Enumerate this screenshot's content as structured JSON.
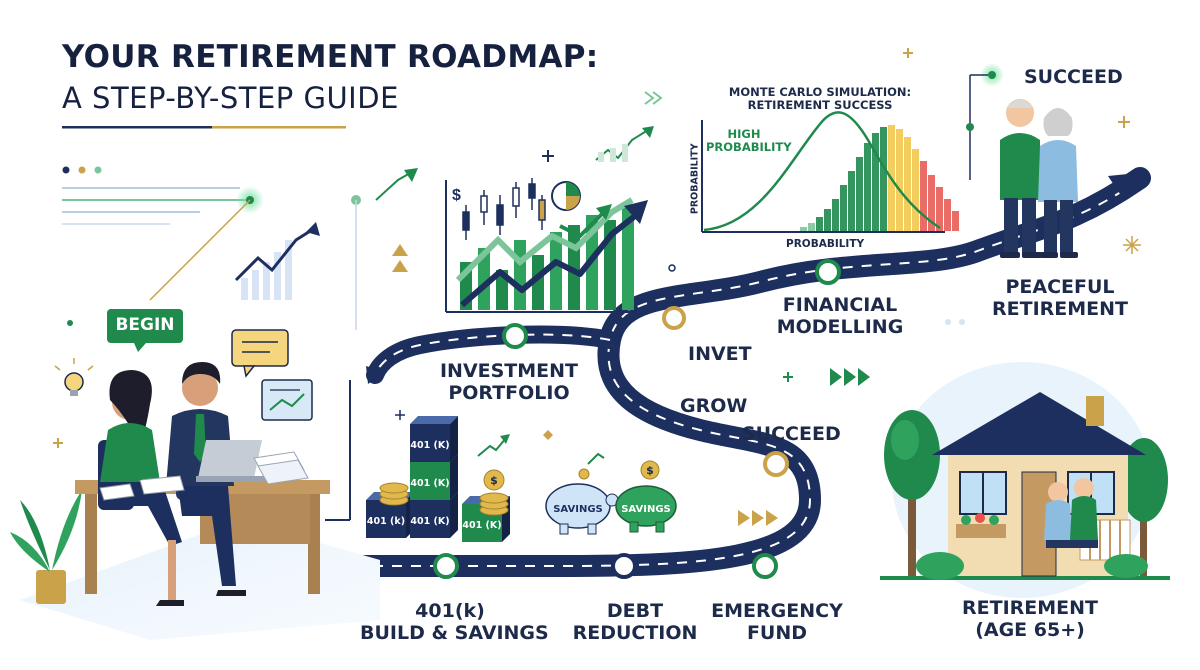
{
  "title": {
    "line1": "YOUR RETIREMENT ROADMAP:",
    "line2": "A STEP-BY-STEP GUIDE"
  },
  "badges": {
    "begin": "BEGIN"
  },
  "steps": [
    {
      "line1": "401(k)",
      "line2": "BUILD & SAVINGS"
    },
    {
      "line1": "DEBT",
      "line2": "REDUCTION"
    },
    {
      "line1": "EMERGENCY",
      "line2": "FUND"
    },
    {
      "line1": "INVESTMENT",
      "line2": "PORTFOLIO"
    },
    {
      "line1": "FINANCIAL",
      "line2": "MODELLING"
    },
    {
      "line1": "PEACEFUL",
      "line2": "RETIREMENT"
    },
    {
      "line1": "RETIREMENT",
      "line2": "(AGE 65+)"
    }
  ],
  "road_words": [
    "INVET",
    "GROW",
    "SUCCEED"
  ],
  "top_succeed": "SUCCEED",
  "boxes": {
    "label_401k": "401 (k)",
    "label_401k_tight": "401 (K)",
    "savings": "SAVINGS",
    "dollar": "$"
  },
  "monte_carlo": {
    "title_line1": "MONTE CARLO SIMULATION:",
    "title_line2": "RETIREMENT SUCCESS",
    "annotation_line1": "HIGH",
    "annotation_line2": "PROBABILITY",
    "xlabel": "PROBABILITY",
    "ylabel": "PROBABILITY"
  },
  "colors": {
    "navy": "#1d2f5e",
    "green": "#1f8a4c",
    "light_green": "#7cc59a",
    "yellow": "#f2c94c",
    "red": "#e5534b",
    "gold": "#c9a24a"
  }
}
